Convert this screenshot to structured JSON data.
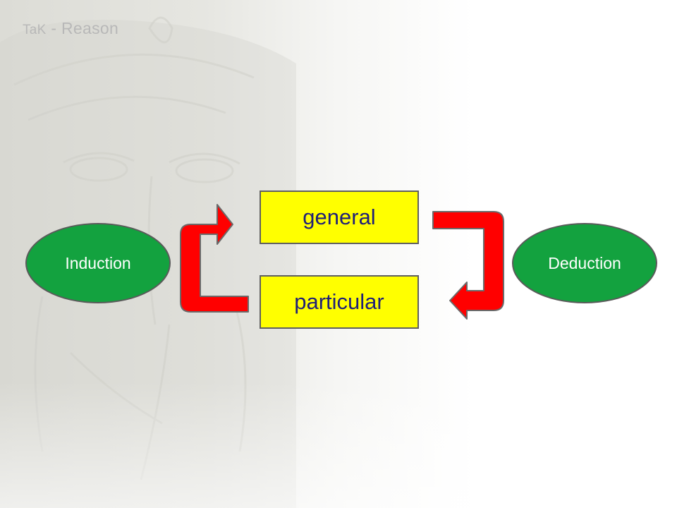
{
  "title": {
    "prefix": "TaK",
    "separator": " - ",
    "text": "Reason"
  },
  "diagram": {
    "boxes": {
      "general": "general",
      "particular": "particular"
    },
    "ovals": {
      "induction": "Induction",
      "deduction": "Deduction"
    }
  },
  "colors": {
    "box_fill": "#ffff00",
    "box_text": "#1f1f78",
    "oval_fill": "#13a23f",
    "oval_text": "#ffffff",
    "arrow_fill": "#ff0000",
    "border": "#5f5f5f",
    "title_text": "#b8b8b8"
  },
  "icons": {
    "background": "carved-statue-watermark"
  }
}
